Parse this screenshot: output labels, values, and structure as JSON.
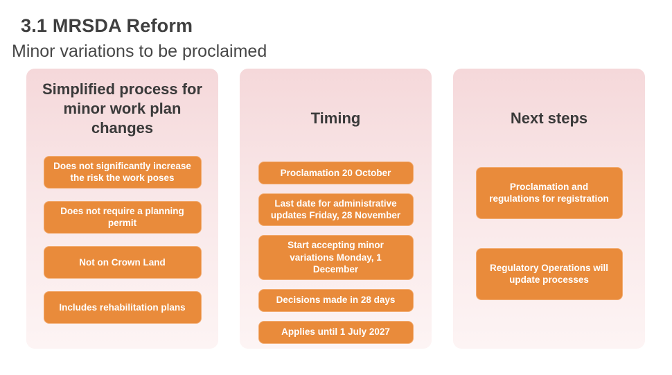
{
  "slide": {
    "title": "3.1 MRSDA Reform",
    "subtitle": "Minor variations to be proclaimed"
  },
  "colors": {
    "accent_orange": "#e98b3b",
    "accent_orange_border": "#f2ab70",
    "panel_pink_top": "#f5d8da",
    "panel_pink_bottom": "#fdf4f4",
    "heading_gray": "#3a3a3a"
  },
  "panels": [
    {
      "heading": "Simplified process for minor work plan changes",
      "items": [
        "Does not significantly increase the risk the work poses",
        "Does not require a planning permit",
        "Not on Crown Land",
        "Includes rehabilitation plans"
      ]
    },
    {
      "heading": "Timing",
      "items": [
        "Proclamation 20 October",
        "Last date for administrative updates Friday, 28 November",
        "Start accepting minor variations Monday, 1 December",
        "Decisions made in 28 days",
        "Applies until 1 July 2027"
      ]
    },
    {
      "heading": "Next steps",
      "items": [
        "Proclamation and regulations for registration",
        "Regulatory Operations will update processes"
      ]
    }
  ]
}
